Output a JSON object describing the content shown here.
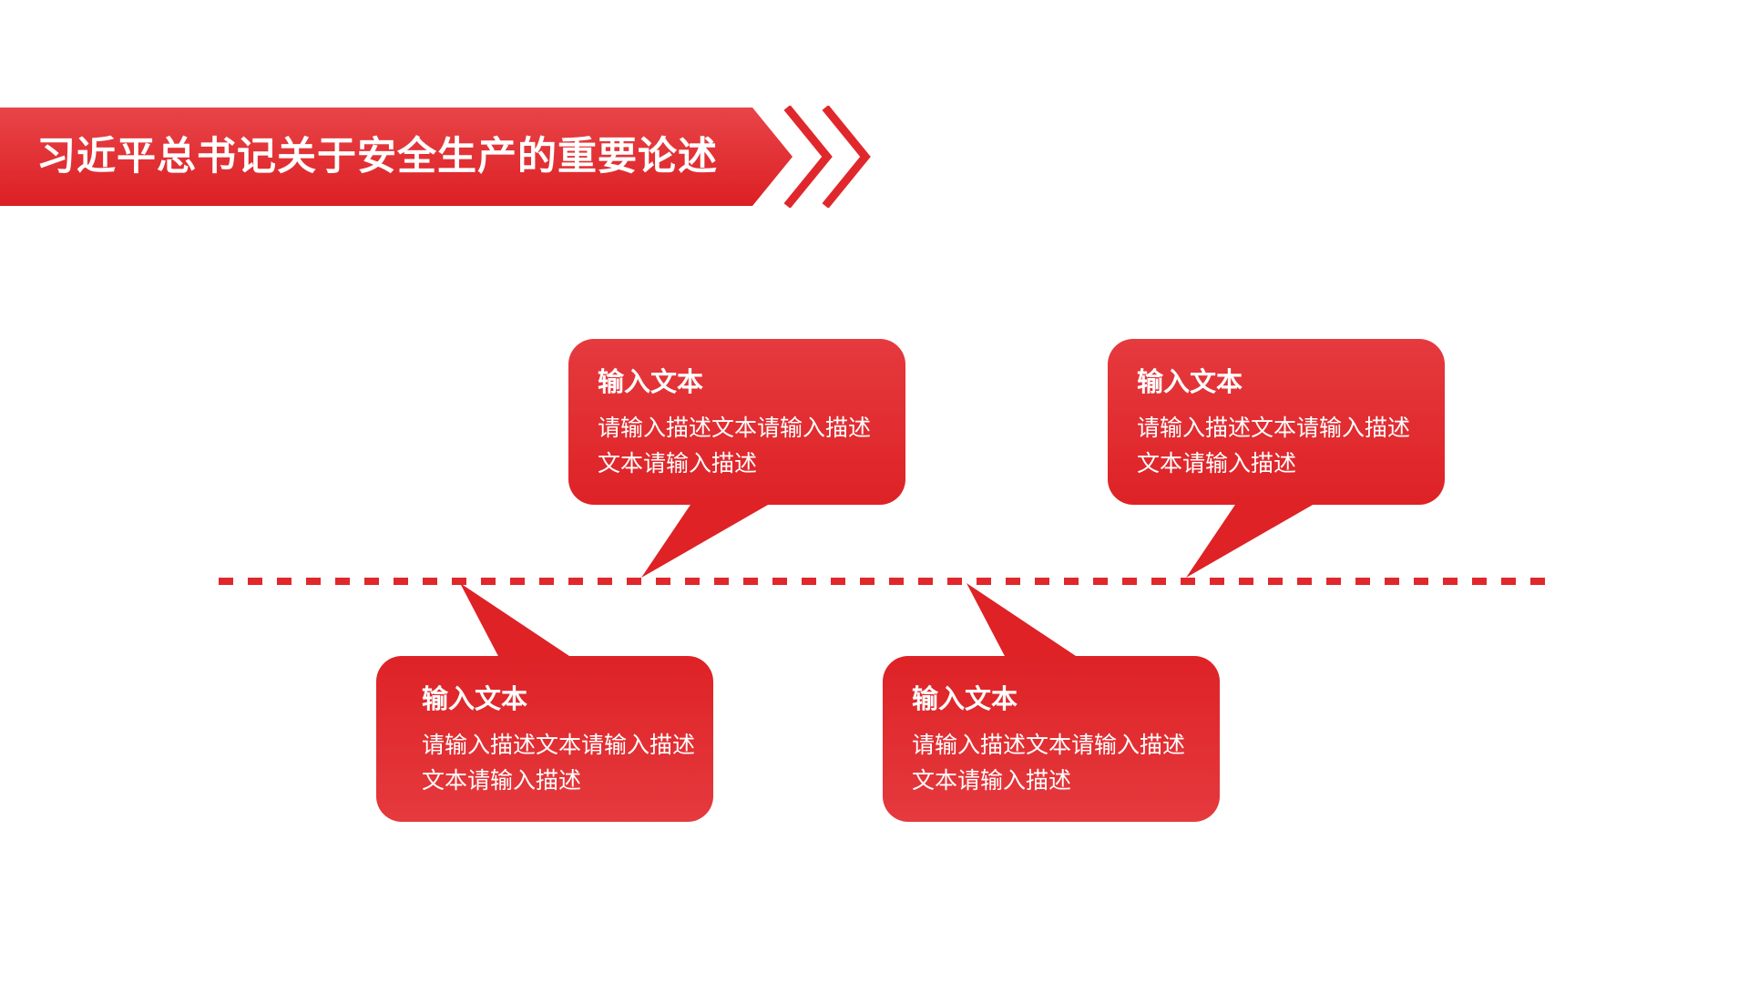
{
  "title": "习近平总书记关于安全生产的重要论述",
  "colors": {
    "accent": "#e0282c",
    "accent_light": "#e53a3e",
    "text_on_accent": "#ffffff",
    "background": "#ffffff"
  },
  "callouts": [
    {
      "heading": "输入文本",
      "body": "请输入描述文本请输入描述文本请输入描述"
    },
    {
      "heading": "输入文本",
      "body": "请输入描述文本请输入描述文本请输入描述"
    },
    {
      "heading": "输入文本",
      "body": "请输入描述文本请输入描述文本请输入描述"
    },
    {
      "heading": "输入文本",
      "body": "请输入描述文本请输入描述文本请输入描述"
    }
  ]
}
